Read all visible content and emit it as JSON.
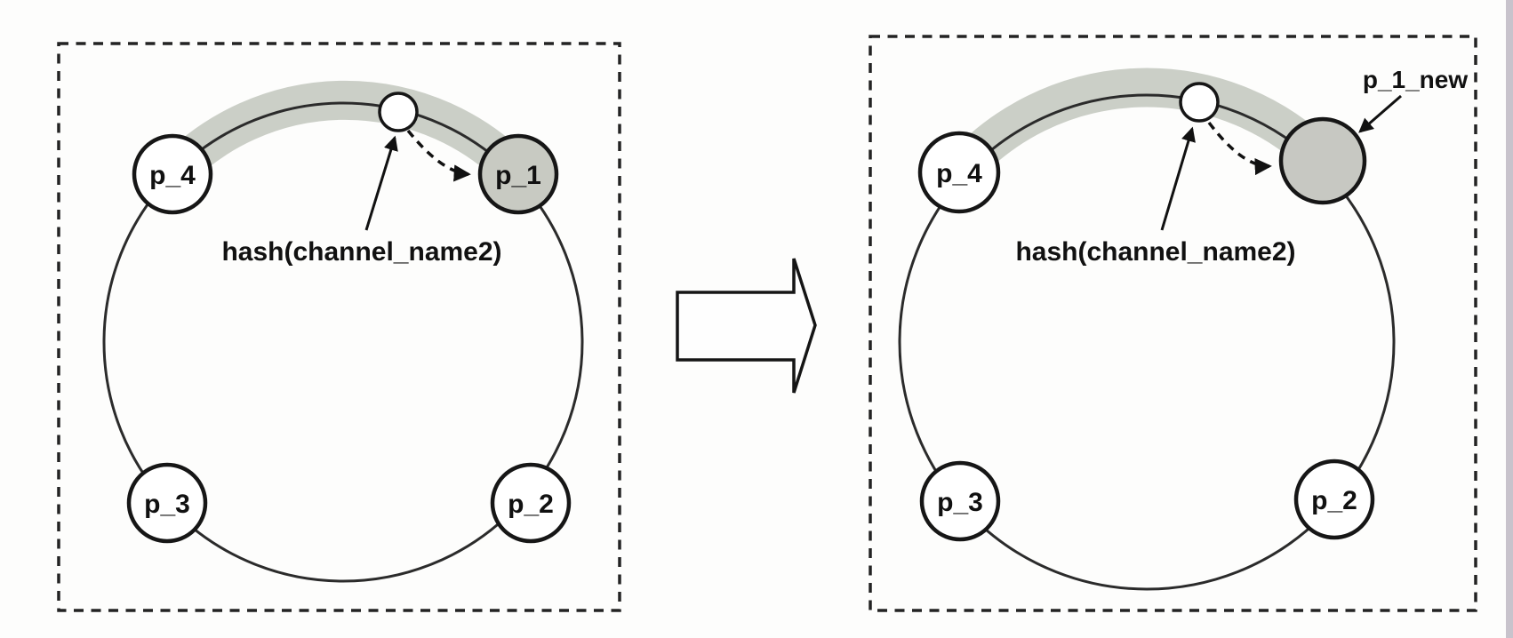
{
  "colors": {
    "highlight_band": "#c8ccc4",
    "node_fill": "#ffffff",
    "assigned_node_fill": "#c8cac2",
    "new_node_fill": "#c7c8c2",
    "line": "#1a1a1a",
    "page_edge_strip": "#c8c3cc"
  },
  "before": {
    "nodes": {
      "p4": "p_4",
      "p1": "p_1",
      "p3": "p_3",
      "p2": "p_2"
    },
    "hash_label": "hash(channel_name2)"
  },
  "after": {
    "nodes": {
      "p4": "p_4",
      "p3": "p_3",
      "p2": "p_2"
    },
    "new_node_label": "p_1_new",
    "hash_label": "hash(channel_name2)"
  }
}
